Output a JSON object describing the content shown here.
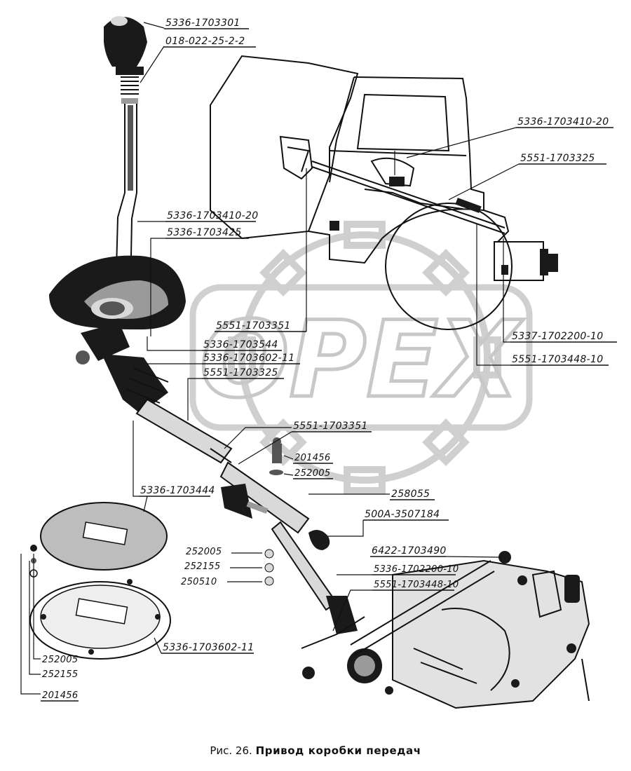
{
  "labels": {
    "knob": "5336-1703301",
    "lever_spring": "018-022-25-2-2",
    "cab_lever": "5336-1703410-20",
    "cab_rod": "5551-1703325",
    "lever_mid": "5336-1703410-20",
    "boot": "5336-1703425",
    "cab_link": "5551-1703351",
    "gearbox_cab": "5337-1702200-10",
    "lever_544": "5336-1703544",
    "cover_602": "5336-1703602-11",
    "rod_325": "5551-1703325",
    "link_351": "5551-1703351",
    "rod_448_cab": "5551-1703448-10",
    "bolt_top": "201456",
    "washer_top": "252005",
    "pin": "258055",
    "spring_500a": "500A-3507184",
    "plate_444": "5336-1703444",
    "lever_490": "6422-1703490",
    "w_252005": "252005",
    "w_252155": "252155",
    "w_250510": "250510",
    "gearbox": "5336-1702200-10",
    "rod_448": "5551-1703448-10",
    "ring_602": "5336-1703602-11",
    "l_252005": "252005",
    "l_252155": "252155",
    "l_201456": "201456"
  },
  "watermark": "OPEX",
  "caption": {
    "prefix": "Рис. 26.",
    "title": "Привод коробки передач"
  }
}
